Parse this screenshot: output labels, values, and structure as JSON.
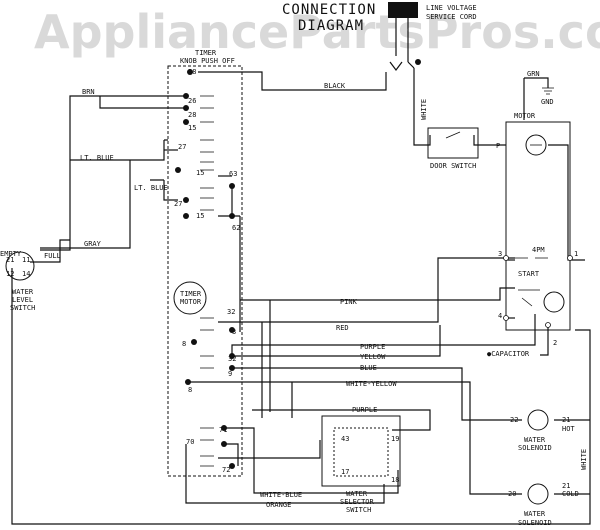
{
  "watermark": "AppliancePartsPros.com",
  "header": {
    "title_line1": "CONNECTION",
    "title_line2": "DIAGRAM",
    "service_cord_line1": "LINE VOLTAGE",
    "service_cord_line2": "SERVICE CORD"
  },
  "timer": {
    "title_line1": "TIMER",
    "title_line2": "KNOB PUSH OFF",
    "motor_line1": "TIMER",
    "motor_line2": "MOTOR",
    "terminals": [
      "28",
      "26",
      "28",
      "15",
      "27",
      "15",
      "27",
      "15",
      "63",
      "62",
      "32",
      "3",
      "8",
      "32",
      "9",
      "8",
      "71",
      "70",
      "72"
    ]
  },
  "wires": {
    "black": "BLACK",
    "brn": "BRN",
    "lt_blue_1": "LT. BLUE",
    "lt_blue_2": "LT. BLUE",
    "gray": "GRAY",
    "full": "FULL",
    "empty": "EMPTY",
    "pink": "PINK",
    "red": "RED",
    "purple_1": "PURPLE",
    "yellow": "YELLOW",
    "blue": "BLUE",
    "white_yellow": "WHITE-YELLOW",
    "purple_2": "PURPLE",
    "white_blue": "WHITE-BLUE",
    "orange": "ORANGE",
    "white_1": "WHITE",
    "white_2": "WHITE",
    "grn": "GRN",
    "gnd": "GND"
  },
  "components": {
    "motor": "MOTOR",
    "door_switch": "DOOR SWITCH",
    "p": "P",
    "start": "START",
    "fpm": "4PM",
    "capacitor": "●CAPACITOR",
    "motor_terms": [
      "3",
      "1",
      "4",
      "2"
    ],
    "level_switch_line1": "WATER",
    "level_switch_line2": "LEVEL",
    "level_switch_line3": "SWITCH",
    "level_terms": [
      "21",
      "11",
      "12",
      "14"
    ],
    "selector_line1": "WATER",
    "selector_line2": "SELECTOR",
    "selector_line3": "SWITCH",
    "selector_terms": [
      "43",
      "19",
      "17",
      "18"
    ],
    "hot_solenoid_line1": "WATER",
    "hot_solenoid_line2": "SOLENOID",
    "hot_terms": [
      "22",
      "21"
    ],
    "hot": "HOT",
    "cold_solenoid_line1": "WATER",
    "cold_solenoid_line2": "SOLENOID",
    "cold_terms": [
      "20",
      "21"
    ],
    "cold": "COLD"
  }
}
